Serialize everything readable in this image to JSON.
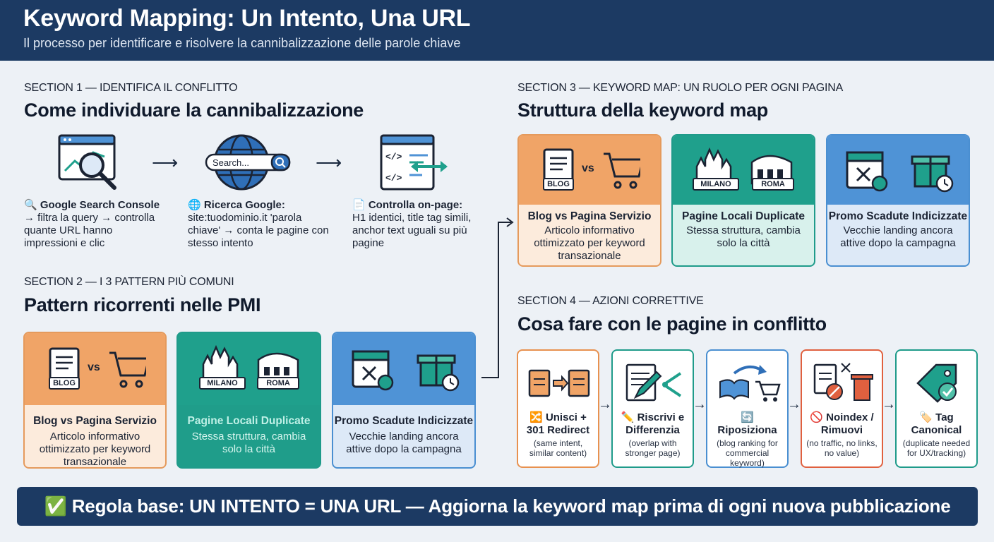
{
  "header": {
    "title": "Keyword Mapping: Un Intento, Una URL",
    "subtitle": "Il processo per identificare e risolvere la cannibalizzazione delle parole chiave"
  },
  "section1": {
    "label": "SECTION 1 — IDENTIFICA IL CONFLITTO",
    "heading": "Come individuare la cannibalizzazione",
    "search_placeholder": "Search...",
    "steps": [
      {
        "icon": "magnifier-chart-icon",
        "title": "🔍 Google Search Console",
        "text": "→ filtra la query → controlla quante URL hanno impressioni e clic"
      },
      {
        "icon": "globe-search-icon",
        "title": "🌐 Ricerca Google:",
        "text": "site:tuodominio.it 'parola chiave' → conta le pagine con stesso intento"
      },
      {
        "icon": "code-page-icon",
        "title": "📄 Controlla on-page:",
        "text": "H1 identici, title tag simili, anchor text uguali su più pagine"
      }
    ]
  },
  "section2": {
    "label": "SECTION 2 — I 3 PATTERN PIÙ COMUNI",
    "heading": "Pattern ricorrenti nelle PMI",
    "cards": [
      {
        "title": "Blog vs Pagina Servizio",
        "desc": "Articolo informativo ottimizzato per keyword transazionale",
        "badge": "BLOG",
        "vs": "vs"
      },
      {
        "title": "Pagine Locali Duplicate",
        "desc": "Stessa struttura, cambia solo la città",
        "badge1": "MILANO",
        "badge2": "ROMA"
      },
      {
        "title": "Promo Scadute Indicizzate",
        "desc": "Vecchie landing ancora attive dopo la campagna"
      }
    ]
  },
  "section3": {
    "label": "SECTION 3 — KEYWORD MAP: UN RUOLO PER OGNI PAGINA",
    "heading": "Struttura della keyword map",
    "cards": [
      {
        "title": "Blog vs Pagina Servizio",
        "desc": "Articolo informativo ottimizzato per keyword transazionale",
        "badge": "BLOG",
        "vs": "vs"
      },
      {
        "title": "Pagine Locali Duplicate",
        "desc": "Stessa struttura, cambia solo la città",
        "badge1": "MILANO",
        "badge2": "ROMA"
      },
      {
        "title": "Promo Scadute Indicizzate",
        "desc": "Vecchie landing ancora attive dopo la campagna"
      }
    ]
  },
  "section4": {
    "label": "SECTION 4 — AZIONI CORRETTIVE",
    "heading": "Cosa fare con le pagine in conflitto",
    "actions": [
      {
        "title": "🔀 Unisci + 301 Redirect",
        "desc": "(same intent, similar content)",
        "color": "#e8914f"
      },
      {
        "title": "✏️ Riscrivi e Differenzia",
        "desc": "(overlap with stronger page)",
        "color": "#1f9b8a"
      },
      {
        "title": "🔄 Riposiziona",
        "desc": "(blog ranking for commercial keyword)",
        "color": "#4a8fd1"
      },
      {
        "title": "🚫 Noindex / Rimuovi",
        "desc": "(no traffic, no links, no value)",
        "color": "#e0603f"
      },
      {
        "title": "🏷️ Tag Canonical",
        "desc": "(duplicate needed for UX/tracking)",
        "color": "#1f9b8a"
      }
    ]
  },
  "footer": {
    "text": "✅ Regola base: UN INTENTO = UNA URL — Aggiorna la keyword map prima di ogni nuova pubblicazione"
  }
}
